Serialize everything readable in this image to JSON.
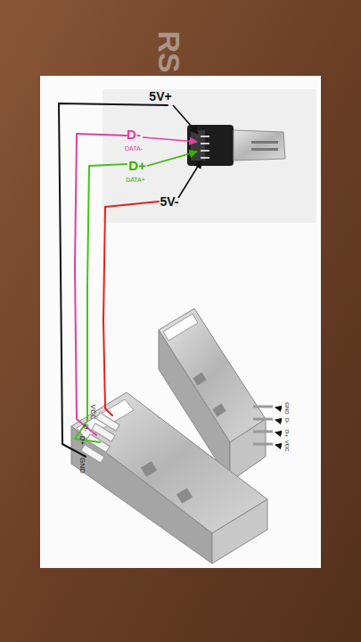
{
  "diagram": {
    "labels": [
      "RS",
      "5V+",
      "D-",
      "DATA-",
      "D+",
      "DATA+",
      "5V-",
      "VCC",
      "D-",
      "D+",
      "GND",
      "GND",
      "D-",
      "D+",
      "VCC"
    ]
  }
}
